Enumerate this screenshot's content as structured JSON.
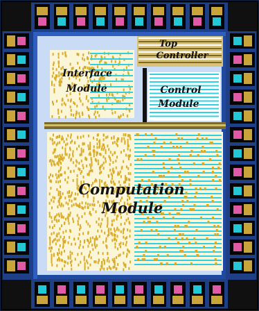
{
  "labels": {
    "top": "Top",
    "top_controller": "Controller",
    "interface_1": "Interface",
    "interface_2": "Module",
    "control_1": "Control",
    "control_2": "Module",
    "computation_1": "Computation",
    "computation_2": "Module"
  },
  "colors": {
    "background": "#1f3f86",
    "pad_ring": "#050505",
    "pad_fill": "#c8a43a",
    "pad_pink": "#e05aa5",
    "pad_cyan": "#23c8d6",
    "module_fill": "#fbf6d8",
    "module_dots": "#d9ac2a",
    "cyan_rows": "#2fd1e0",
    "gutter": "#c9dbf5",
    "bus": "#7b6a2d"
  }
}
